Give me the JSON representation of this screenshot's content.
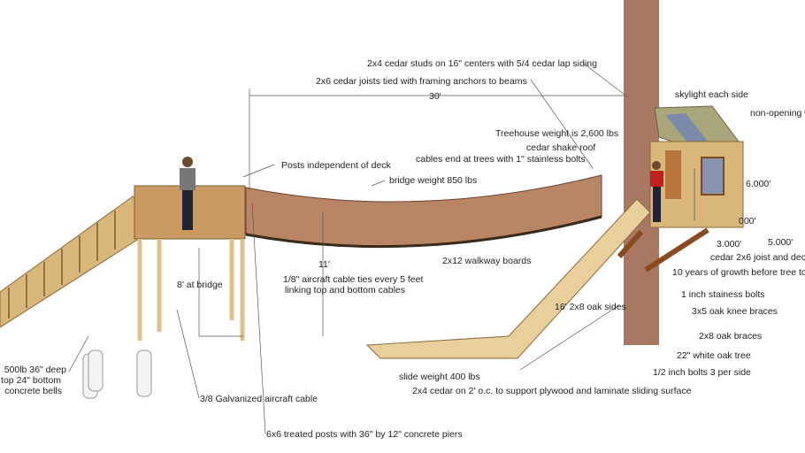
{
  "labels": {
    "studs": "2x4 cedar studs on 16\" centers with 5/4 cedar lap siding",
    "joists": "2x6 cedar joists tied with framing anchors to beams",
    "span": "30'",
    "skylight": "skylight each side",
    "window": "non-opening w",
    "weight_house": "Treehouse weight is 2,600 lbs",
    "roof": "cedar shake roof",
    "cables_end": "cables end at trees with 1\" stainless bolts",
    "posts_indep": "Posts independent of deck",
    "bridge_weight": "bridge weight 850 lbs",
    "height_6": "6.000'",
    "dim_partial": "000'",
    "dim_3": "3.000'",
    "dim_5": "5.000'",
    "joist_deck": "cedar 2x6 joist and decki",
    "walkway": "2x12 walkway boards",
    "height_11": "11'",
    "ties_1": "1/8\" aircraft cable ties every 5 feet",
    "ties_2": "linking top and bottom cables",
    "growth": "10 years of growth before tree tou",
    "at_bridge": "8' at bridge",
    "bolts": "1 inch stainess bolts",
    "knee": "3x5 oak knee braces",
    "sides": "16' 2x8 oak sides",
    "oak_braces": "2x8 oak braces",
    "oak_tree": "22\" white oak tree",
    "half_bolts": "1/2 inch bolts 3 per side",
    "bells_1": "500lb 36\" deep",
    "bells_2": "\" top 24\" bottom",
    "bells_3": "concrete bells",
    "galv": "3/8 Galvanized aircraft cable",
    "slide_weight": "slide weight 400 lbs",
    "slide_support": "2x4 cedar on 2' o.c. to support plywood and laminate sliding surface",
    "posts_6x6": "6x6 treated posts with 36\" by 12\" concrete piers"
  }
}
